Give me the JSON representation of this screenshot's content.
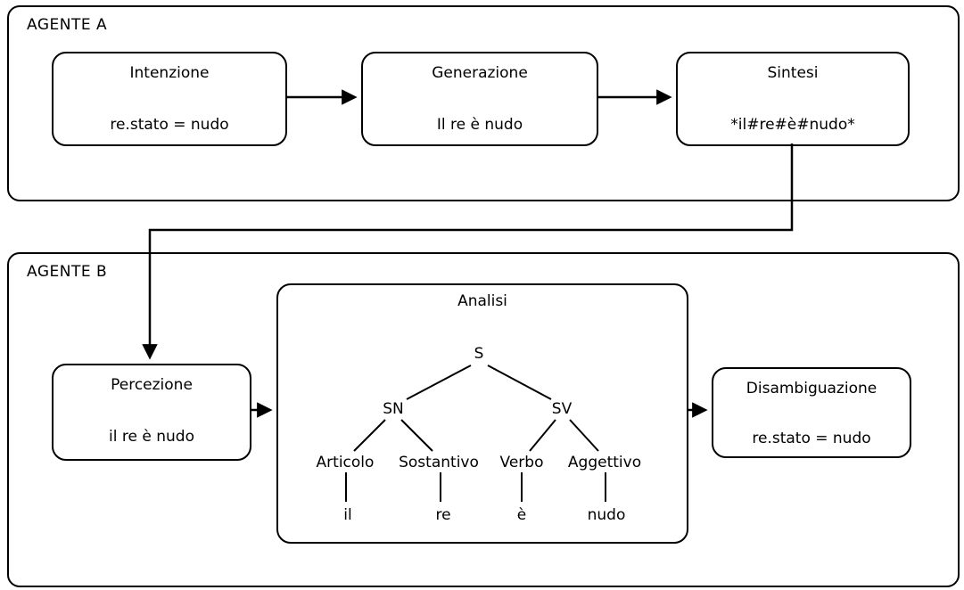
{
  "diagram": {
    "agent_a": {
      "label": "AGENTE A",
      "boxes": [
        {
          "title": "Intenzione",
          "value": "re.stato = nudo"
        },
        {
          "title": "Generazione",
          "value": "Il re è nudo"
        },
        {
          "title": "Sintesi",
          "value": "*il#re#è#nudo*"
        }
      ]
    },
    "agent_b": {
      "label": "AGENTE B",
      "percezione": {
        "title": "Percezione",
        "value": "il re è nudo"
      },
      "analisi": {
        "title": "Analisi"
      },
      "disambiguazione": {
        "title": "Disambiguazione",
        "value": "re.stato = nudo"
      },
      "tree": {
        "root": "S",
        "sn": "SN",
        "sv": "SV",
        "articolo": "Articolo",
        "sostantivo": "Sostantivo",
        "verbo": "Verbo",
        "aggettivo": "Aggettivo",
        "leaf_il": "il",
        "leaf_re": "re",
        "leaf_e": "è",
        "leaf_nudo": "nudo"
      }
    },
    "colors": {
      "stroke": "#000000",
      "background": "#ffffff"
    }
  }
}
